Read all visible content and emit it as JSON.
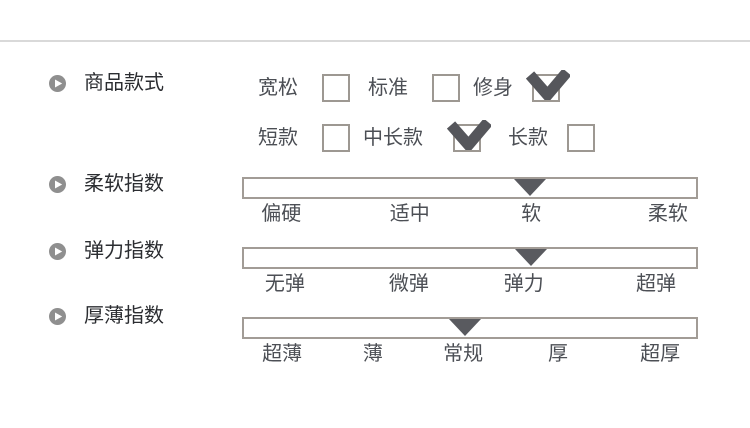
{
  "colors": {
    "background": "#ffffff",
    "divider": "#d9d9d9",
    "section_icon_gray": "#8f8f8f",
    "checkbox_border": "#9d9892",
    "slider_border": "#a29c96",
    "checkmark": "#55565b",
    "marker": "#595a5f",
    "text_primary": "#2b2d31",
    "text_secondary": "#4c4f55"
  },
  "sections": [
    {
      "label": "商品款式"
    },
    {
      "label": "柔软指数"
    },
    {
      "label": "弹力指数"
    },
    {
      "label": "厚薄指数"
    }
  ],
  "style_rows": [
    {
      "items": [
        {
          "label": "宽松",
          "checked": false
        },
        {
          "label": "标准",
          "checked": false
        },
        {
          "label": "修身",
          "checked": true
        }
      ]
    },
    {
      "items": [
        {
          "label": "短款",
          "checked": false
        },
        {
          "label": "中长款",
          "checked": true
        },
        {
          "label": "长款",
          "checked": false
        }
      ]
    }
  ],
  "sliders": [
    {
      "name": "柔软指数",
      "options": [
        "偏硬",
        "适中",
        "软",
        "柔软"
      ],
      "selected": "软",
      "marker_left": "63.2%"
    },
    {
      "name": "弹力指数",
      "options": [
        "无弹",
        "微弹",
        "弹力",
        "超弹"
      ],
      "selected": "弹力",
      "marker_left": "63.4%"
    },
    {
      "name": "厚薄指数",
      "options": [
        "超薄",
        "薄",
        "常规",
        "厚",
        "超厚"
      ],
      "selected": "常规",
      "marker_left": "48.9%"
    }
  ]
}
